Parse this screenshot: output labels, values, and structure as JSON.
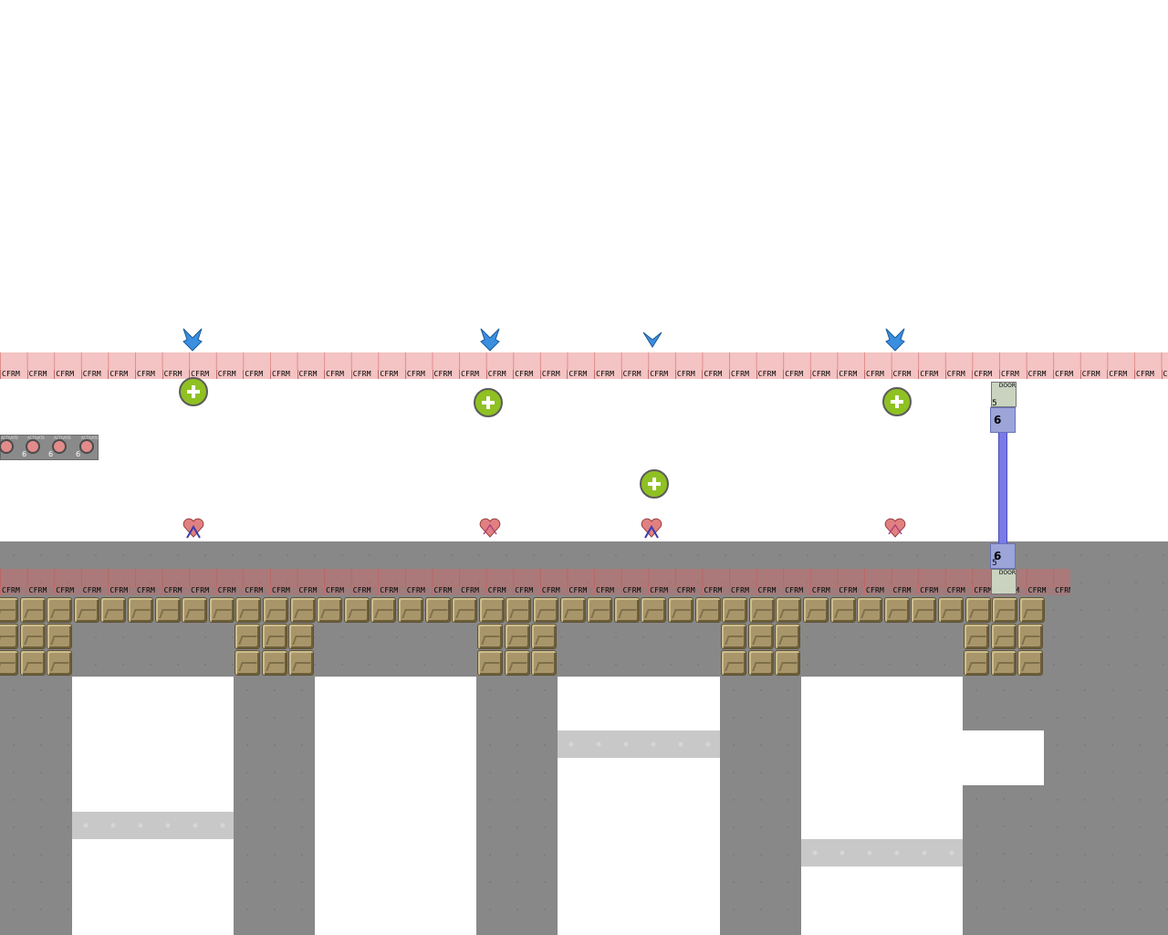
{
  "strip_label": "CFRM",
  "counter_value": "6",
  "switch_caption": "ACTIVATE",
  "door_label": "DOOR",
  "door_count": "5",
  "icons": {
    "spawn_arrow": "blue-down-arrow-icon",
    "health": "green-plus-icon",
    "heart": "heart-icon",
    "switch": "switch-icon",
    "door": "door-icon",
    "lock": "lock-icon"
  },
  "colors": {
    "wall": "#888888",
    "pink_zone": "#f4c3c3",
    "tile": "#a8966a",
    "plus": "#8fc122",
    "arrow": "#3a8fe0",
    "lock_beam": "#7a7ae8"
  }
}
